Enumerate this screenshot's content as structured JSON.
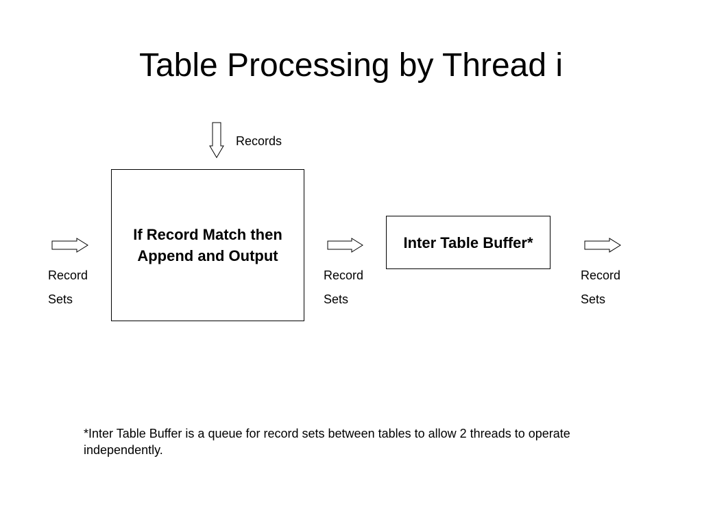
{
  "title": "Table Processing by Thread i",
  "input_label": "Records",
  "process_box": {
    "line1": "If Record Match then",
    "line2": "Append and Output"
  },
  "buffer_box": {
    "label": "Inter Table Buffer*"
  },
  "flow_labels": [
    {
      "line1": "Record",
      "line2": "Sets"
    },
    {
      "line1": "Record",
      "line2": "Sets"
    },
    {
      "line1": "Record",
      "line2": "Sets"
    }
  ],
  "footnote": "*Inter Table Buffer is a queue for record sets between tables to allow 2 threads to operate independently."
}
